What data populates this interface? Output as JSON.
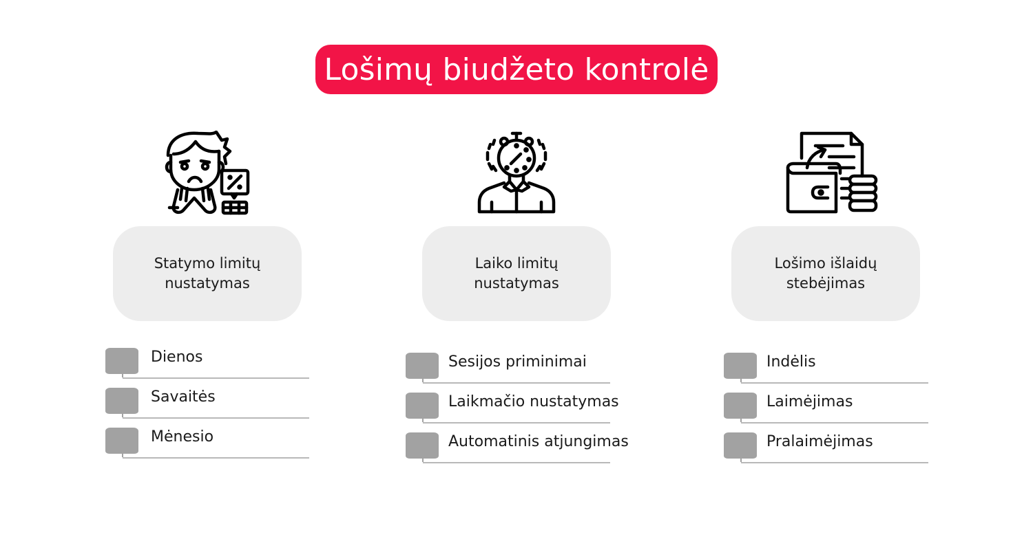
{
  "title": "Lošimų biudžeto kontrolė",
  "colors": {
    "title_background": "#f21447",
    "title_text": "#ffffff",
    "card_background": "#ededed",
    "bullet": "#a2a2a2",
    "underline": "#b8b8b8",
    "text": "#1a1a1a"
  },
  "columns": [
    {
      "icon": "stressed-gambler-with-cards-and-calculator-icon",
      "card_label": "Statymo limitų\nnustatymas",
      "items": [
        "Dienos",
        "Savaitės",
        "Mėnesio"
      ]
    },
    {
      "icon": "person-with-stopwatch-head-icon",
      "card_label": "Laiko limitų\nnustatymas",
      "items": [
        "Sesijos priminimai",
        "Laikmačio nustatymas",
        "Automatinis atjungimas"
      ]
    },
    {
      "icon": "wallet-document-coins-icon",
      "card_label": "Lošimo išlaidų\nstebėjimas",
      "items": [
        "Indėlis",
        "Laimėjimas",
        "Pralaimėjimas"
      ]
    }
  ]
}
